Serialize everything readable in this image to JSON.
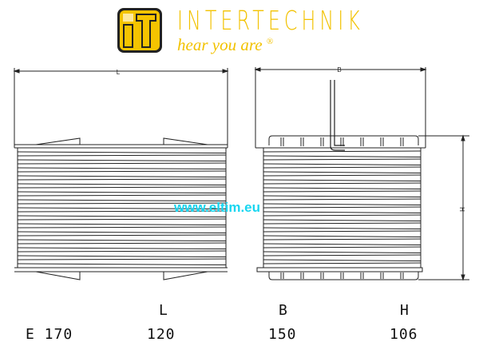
{
  "logo": {
    "brand": "INTERTECHNIK",
    "tagline": "hear you are",
    "registered": "®",
    "mark": "iT"
  },
  "drawing": {
    "dim_length": "L",
    "dim_width": "B",
    "dim_height": "H"
  },
  "watermark": "www.eltim.eu",
  "table": {
    "headers": [
      "L",
      "B",
      "H"
    ],
    "row": {
      "model": "E 170",
      "L": "120",
      "B": "150",
      "H": "106"
    }
  },
  "colors": {
    "brand": "#f2c200",
    "watermark": "#19d6f0"
  }
}
